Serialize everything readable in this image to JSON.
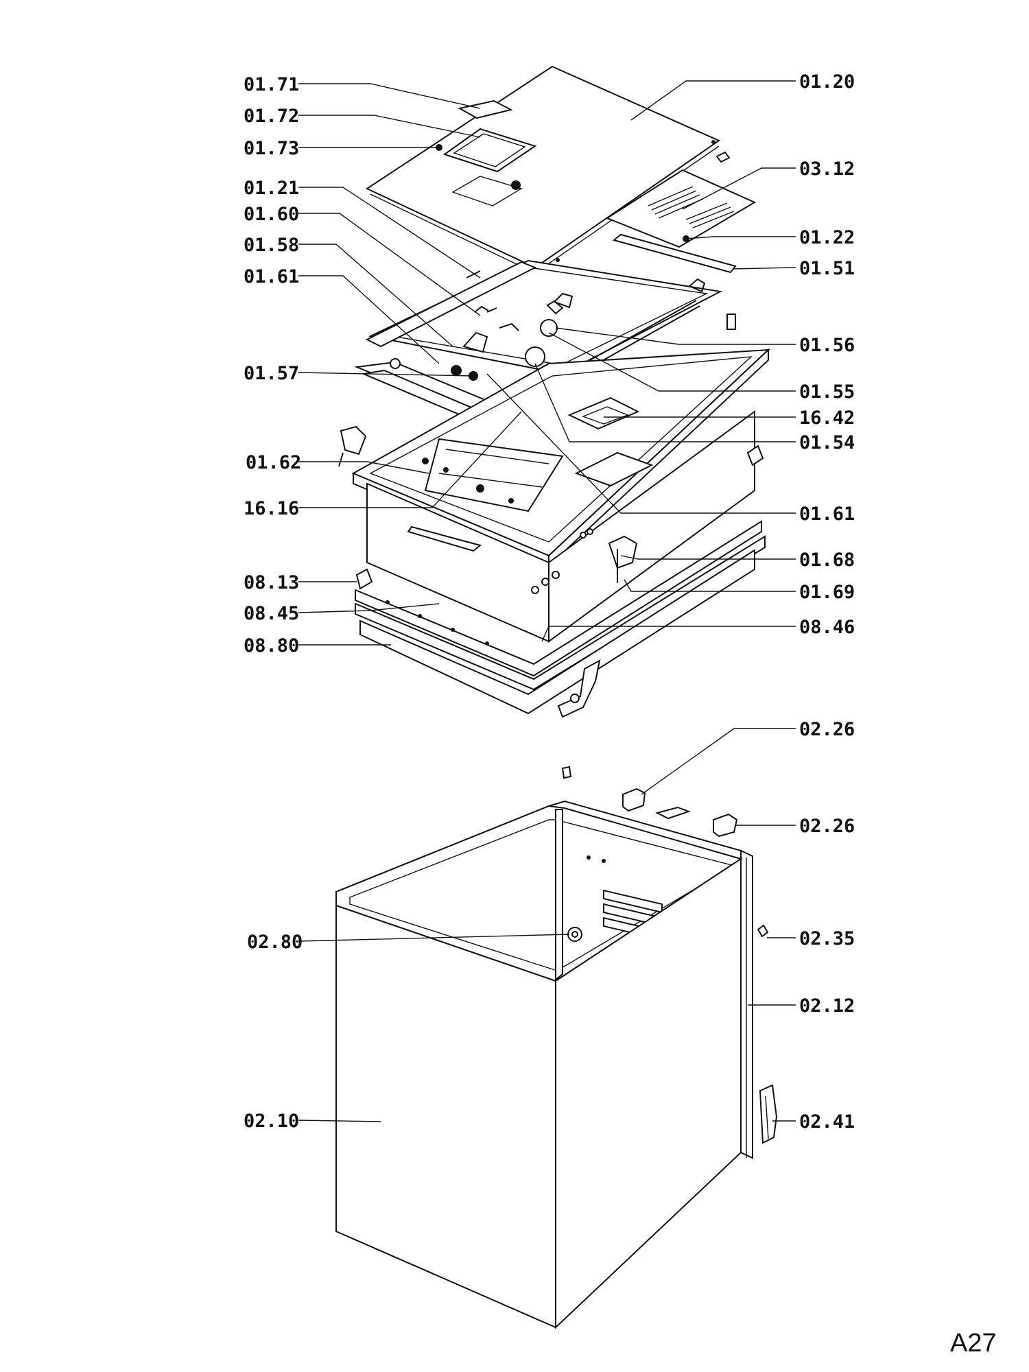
{
  "page_code": "A27",
  "callouts": {
    "left": [
      "01.71",
      "01.72",
      "01.73",
      "01.21",
      "01.60",
      "01.58",
      "01.61",
      "01.57",
      "01.62",
      "16.16",
      "08.13",
      "08.45",
      "08.80",
      "02.80",
      "02.10"
    ],
    "right": [
      "01.20",
      "03.12",
      "01.22",
      "01.51",
      "01.56",
      "01.55",
      "16.42",
      "01.54",
      "01.61",
      "01.68",
      "01.69",
      "08.46",
      "02.26",
      "02.26",
      "02.35",
      "02.12",
      "02.41"
    ]
  },
  "colors": {
    "ink": "#111111",
    "paper": "#ffffff"
  }
}
